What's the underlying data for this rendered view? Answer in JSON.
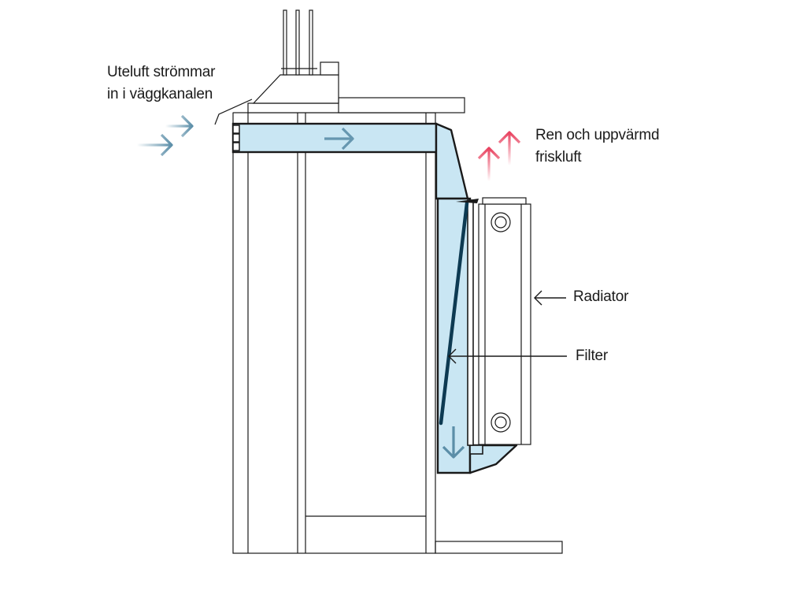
{
  "labels": {
    "outdoor_air": [
      "Uteluft strömmar",
      "in i väggkanalen"
    ],
    "clean_air": [
      "Ren och uppvärmd",
      "friskluft"
    ],
    "radiator": "Radiator",
    "filter": "Filter"
  },
  "colors": {
    "line": "#1a1a1a",
    "duct_fill": "#c9e6f3",
    "filter": "#0d3a52",
    "intake_arrow": "#5b8ea8",
    "warm_arrow": "#e8405e"
  },
  "icons": {
    "intake": "double-arrow-right-icon",
    "warm_air": "double-arrow-up-icon",
    "flow_right": "arrow-right-icon",
    "flow_down": "arrow-down-icon",
    "pointer": "arrow-left-icon"
  }
}
